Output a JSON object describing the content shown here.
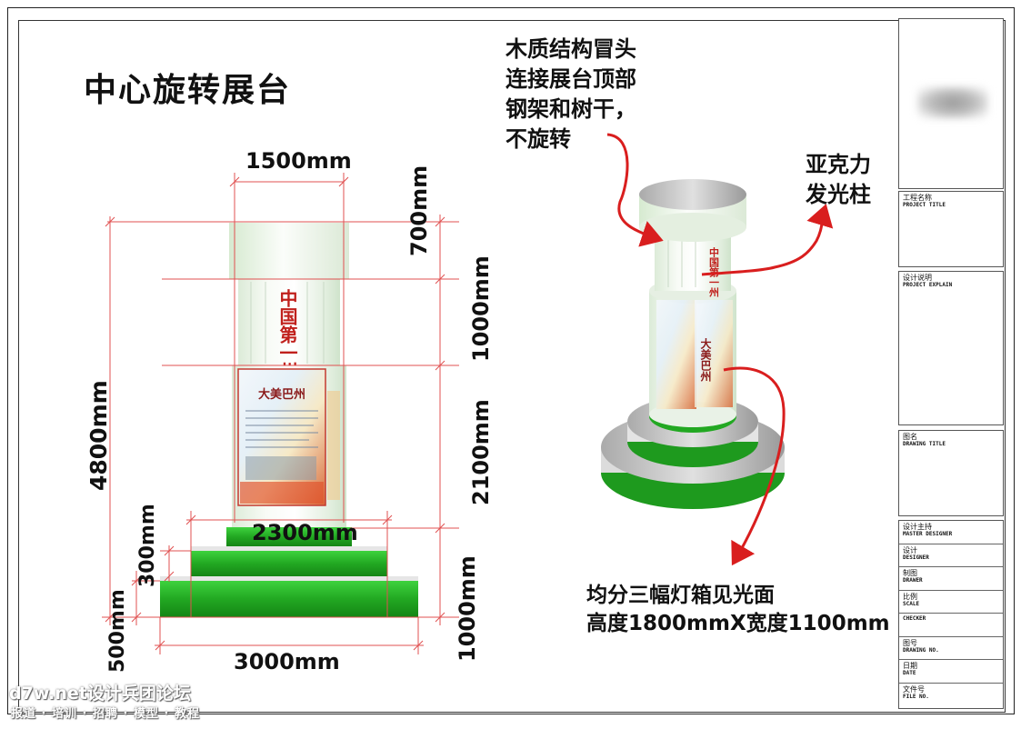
{
  "title": "中心旋转展台",
  "dimensions": {
    "top_width": "1500mm",
    "cap_height": "700mm",
    "upper_height": "1000mm",
    "middle_height": "2100mm",
    "base_height": "1000mm",
    "total_height": "4800mm",
    "middle_width": "2300mm",
    "step_height": "300mm",
    "base_step_height": "500mm",
    "base_width": "3000mm"
  },
  "annotations": {
    "wood_cap": [
      "木质结构冒头",
      "连接展台顶部",
      "钢架和树干，",
      "不旋转"
    ],
    "acrylic": [
      "亚克力",
      "发光柱"
    ],
    "lightbox": [
      "均分三幅灯箱见光面",
      "高度1800mmX宽度1100mm"
    ]
  },
  "panel": {
    "calligraphy": "中国第一州",
    "lightbox_title": "大美巴州"
  },
  "title_block": {
    "project_title_cn": "工程名称",
    "project_title_en": "PROJECT TITLE",
    "project_explain_cn": "设计说明",
    "project_explain_en": "PROJECT EXPLAIN",
    "drawing_title_cn": "图名",
    "drawing_title_en": "DRAWING TITLE",
    "rows": [
      {
        "cn": "设计主持",
        "en": "MASTER DESIGNER"
      },
      {
        "cn": "设计",
        "en": "DESIGNER"
      },
      {
        "cn": "制图",
        "en": "DRAWER"
      },
      {
        "cn": "比例",
        "en": "SCALE"
      },
      {
        "cn": "",
        "en": "CHECKER"
      },
      {
        "cn": "图号",
        "en": "DRAWING NO."
      },
      {
        "cn": "日期",
        "en": "DATE"
      },
      {
        "cn": "文件号",
        "en": "FILE NO."
      }
    ]
  },
  "watermark": {
    "line1": "d7w.net设计兵团论坛",
    "line2": "报道 · 培训 · 招聘 · 模型 · 教程"
  },
  "colors": {
    "dimension_line": "#e05050",
    "arrow": "#d91e1e",
    "green": "#1e9a1e",
    "green_light": "#36c236",
    "panel_red": "#c0201c"
  }
}
